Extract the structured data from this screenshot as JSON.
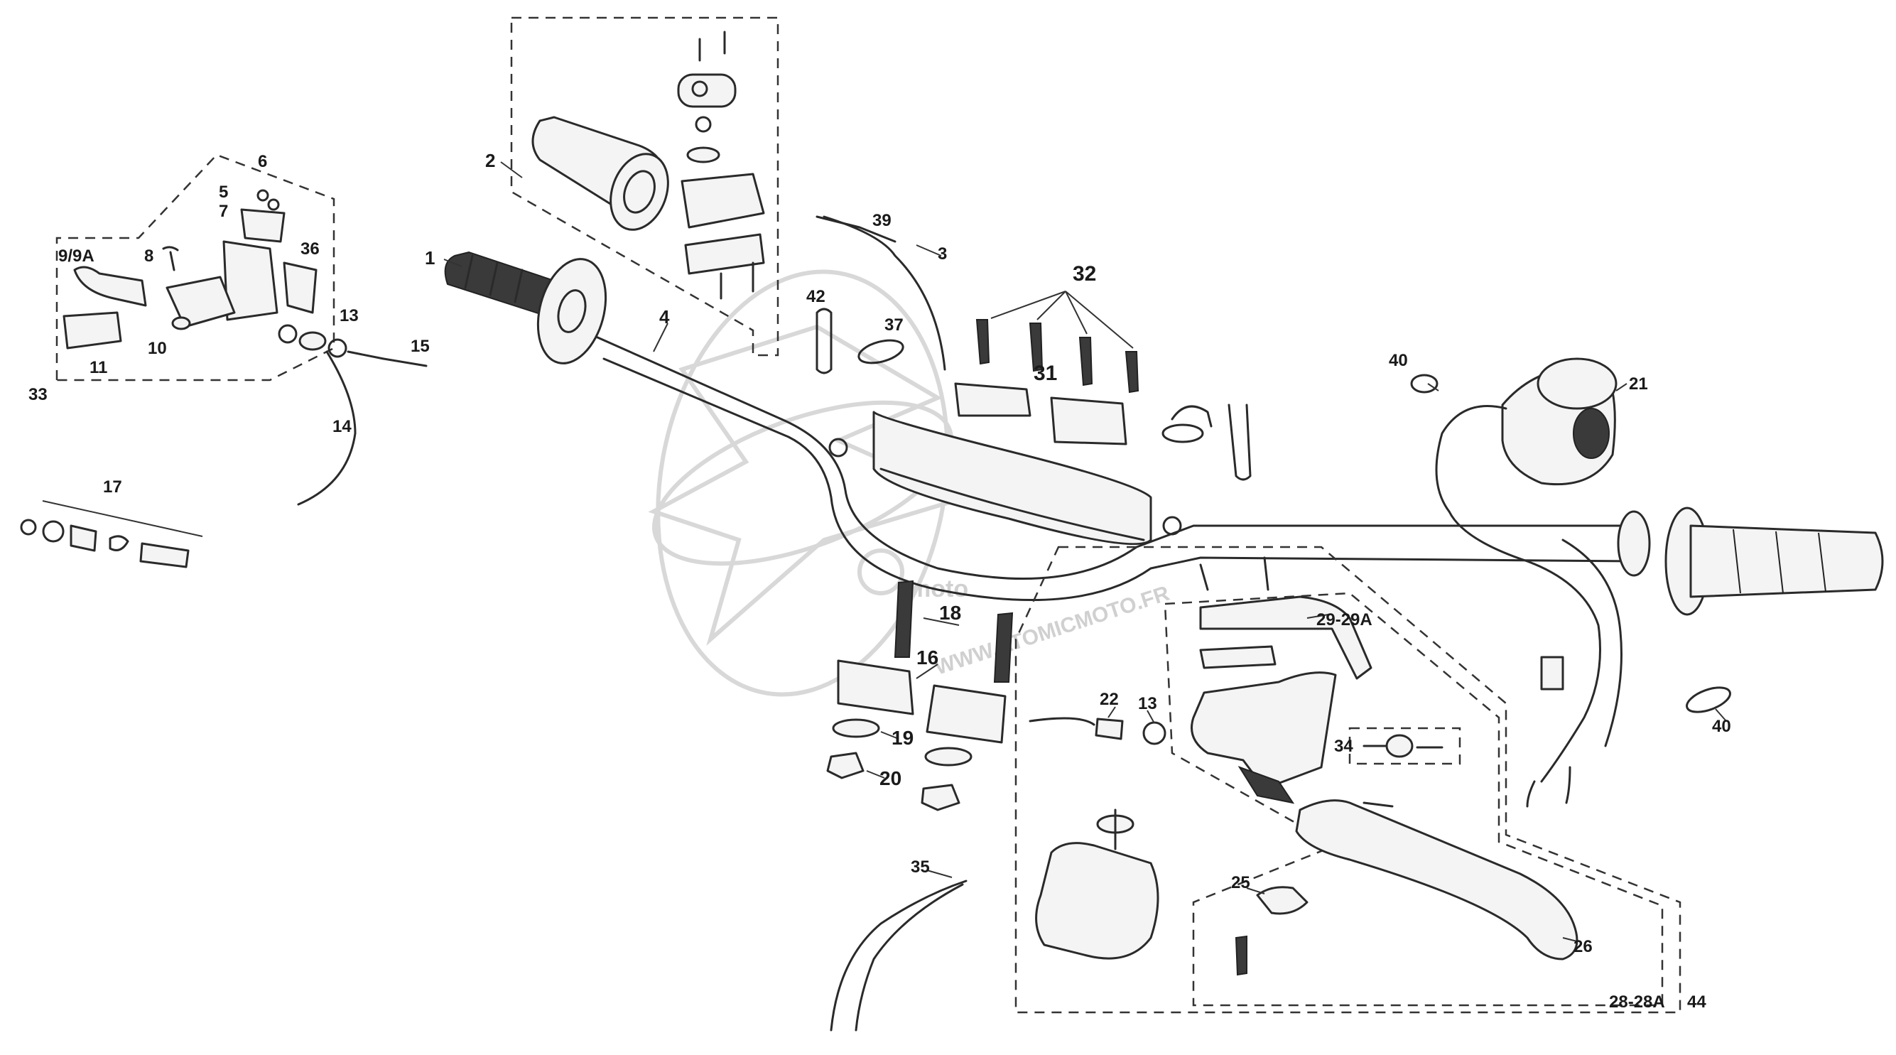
{
  "callouts": {
    "c1": "1",
    "c2": "2",
    "c3": "3",
    "c4": "4",
    "c5": "5",
    "c6": "6",
    "c7": "7",
    "c8": "8",
    "c9": "9/9A",
    "c10": "10",
    "c11": "11",
    "c13a": "13",
    "c13b": "13",
    "c14": "14",
    "c15": "15",
    "c16": "16",
    "c17": "17",
    "c18": "18",
    "c19": "19",
    "c20": "20",
    "c21": "21",
    "c22": "22",
    "c25": "25",
    "c26": "26",
    "c28": "28-28A",
    "c29": "29-29A",
    "c31": "31",
    "c32": "32",
    "c33": "33",
    "c34": "34",
    "c35": "35",
    "c36": "36",
    "c37": "37",
    "c39": "39",
    "c40a": "40",
    "c40b": "40",
    "c42": "42",
    "c44": "44"
  },
  "watermark": {
    "brand": "moto",
    "url": "WWW.ATOMICMOTO.FR"
  },
  "colors": {
    "line": "#2a2a2a",
    "watermark": "#d8d8d8",
    "background": "#ffffff"
  }
}
